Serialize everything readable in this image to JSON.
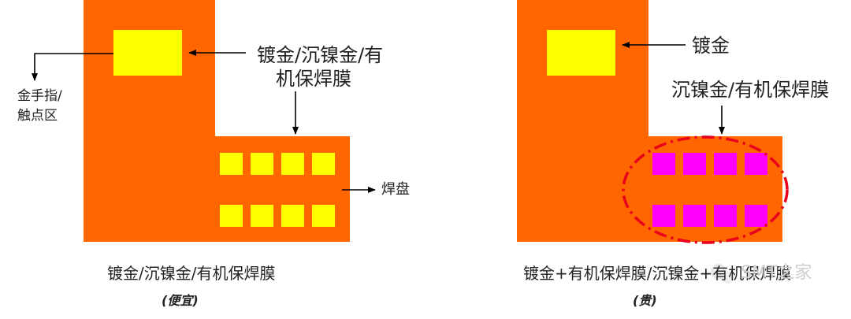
{
  "colors": {
    "board": "#FF6600",
    "gold": "#FFFF00",
    "magenta": "#FF00FF",
    "dash_outline": "#E8001C",
    "arrow": "#000000",
    "text": "#222222",
    "watermark": "#c8c8c8"
  },
  "left_diagram": {
    "label_top_line1": "镀金/沉镍金/有",
    "label_top_line2": "机保焊膜",
    "label_finger_line1": "金手指/",
    "label_finger_line2": "触点区",
    "label_pad": "焊盘",
    "caption": "镀金/沉镍金/有机保焊膜",
    "cost": "(便宜)"
  },
  "right_diagram": {
    "label_gold": "镀金",
    "label_pads": "沉镍金/有机保焊膜",
    "caption": "镀金+有机保焊膜/沉镍金+有机保焊膜",
    "cost": "(贵)"
  },
  "watermark": {
    "text": "SMT之家",
    "icon": "wechat-icon"
  }
}
